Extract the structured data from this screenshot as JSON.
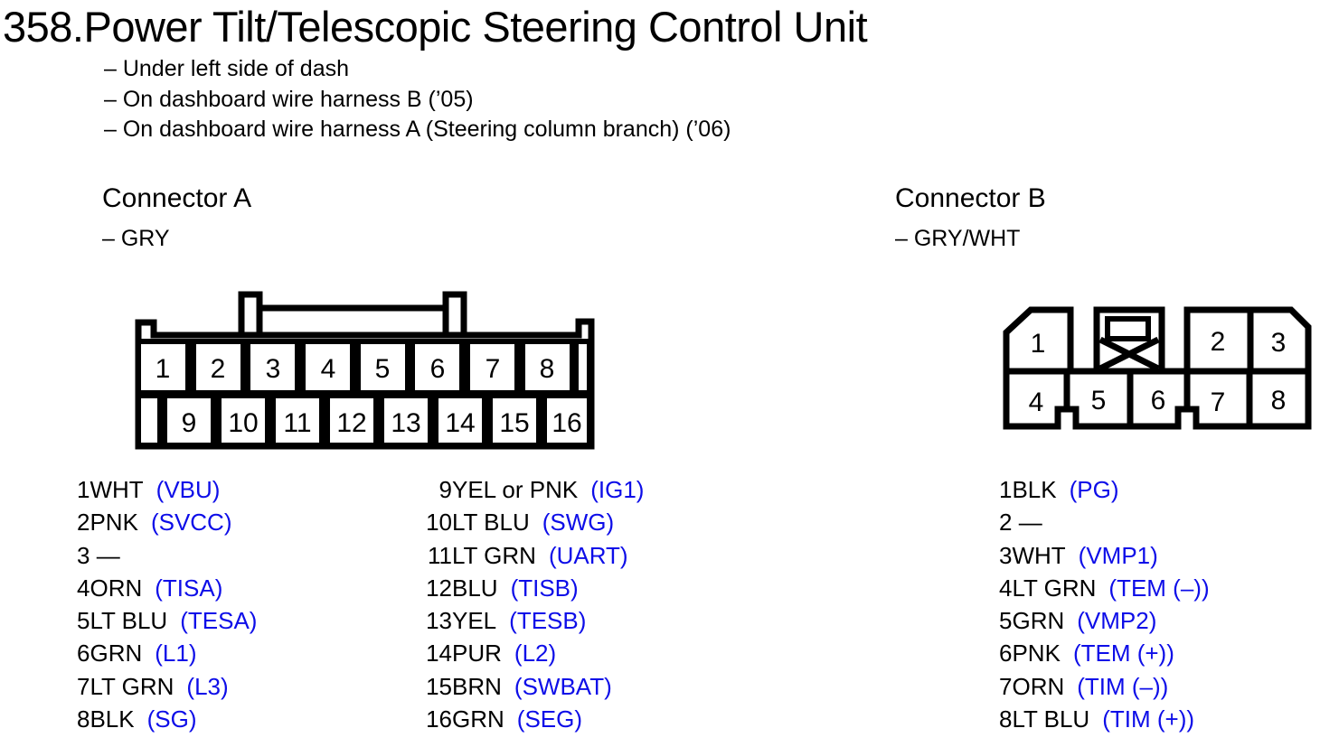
{
  "title": "358.Power Tilt/Telescopic Steering Control Unit",
  "notes": [
    "– Under left side of dash",
    "– On dashboard wire harness B (’05)",
    "– On dashboard wire harness A (Steering column branch) (’06)"
  ],
  "connector_a": {
    "heading": "Connector A",
    "color_note": "– GRY",
    "pins_row1": [
      "1",
      "2",
      "3",
      "4",
      "5",
      "6",
      "7",
      "8"
    ],
    "pins_row2": [
      "9",
      "10",
      "11",
      "12",
      "13",
      "14",
      "15",
      "16"
    ]
  },
  "connector_b": {
    "heading": "Connector B",
    "color_note": "– GRY/WHT",
    "pins_row1": [
      "1",
      "2",
      "3"
    ],
    "pins_row2": [
      "4",
      "5",
      "6",
      "7",
      "8"
    ]
  },
  "pin_lists": {
    "a_left": [
      {
        "n": "1",
        "c": "WHT",
        "s": "(VBU)"
      },
      {
        "n": "2",
        "c": "PNK",
        "s": "(SVCC)"
      },
      {
        "n": "3",
        "c": " —",
        "s": ""
      },
      {
        "n": "4",
        "c": "ORN",
        "s": "(TISA)"
      },
      {
        "n": "5",
        "c": "LT BLU",
        "s": "(TESA)"
      },
      {
        "n": "6",
        "c": "GRN",
        "s": "(L1)"
      },
      {
        "n": "7",
        "c": "LT GRN",
        "s": "(L3)"
      },
      {
        "n": "8",
        "c": "BLK",
        "s": "(SG)"
      }
    ],
    "a_right": [
      {
        "n": "9",
        "c": "YEL or PNK",
        "s": "(IG1)"
      },
      {
        "n": "10",
        "c": "LT BLU",
        "s": "(SWG)"
      },
      {
        "n": "11",
        "c": "LT GRN",
        "s": "(UART)"
      },
      {
        "n": "12",
        "c": "BLU",
        "s": "(TISB)"
      },
      {
        "n": "13",
        "c": "YEL",
        "s": "(TESB)"
      },
      {
        "n": "14",
        "c": "PUR",
        "s": "(L2)"
      },
      {
        "n": "15",
        "c": "BRN",
        "s": "(SWBAT)"
      },
      {
        "n": "16",
        "c": "GRN",
        "s": "(SEG)"
      }
    ],
    "b": [
      {
        "n": "1",
        "c": "BLK",
        "s": "(PG)"
      },
      {
        "n": "2",
        "c": " —",
        "s": ""
      },
      {
        "n": "3",
        "c": "WHT",
        "s": "(VMP1)"
      },
      {
        "n": "4",
        "c": "LT GRN",
        "s": "(TEM (–))"
      },
      {
        "n": "5",
        "c": "GRN",
        "s": "(VMP2)"
      },
      {
        "n": "6",
        "c": "PNK",
        "s": "(TEM (+))"
      },
      {
        "n": "7",
        "c": "ORN",
        "s": "(TIM (–))"
      },
      {
        "n": "8",
        "c": "LT BLU",
        "s": "(TIM (+))"
      }
    ]
  },
  "colors": {
    "signal_text": "#0d0de8",
    "ink": "#000000",
    "background": "#ffffff"
  }
}
